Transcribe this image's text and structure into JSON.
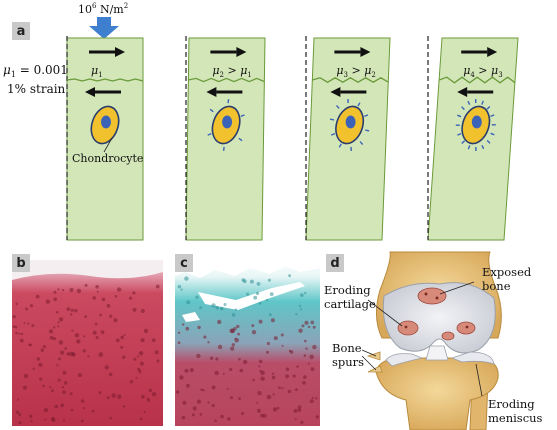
{
  "panel_labels": {
    "a": "a",
    "b": "b",
    "c": "c",
    "d": "d"
  },
  "panel_a": {
    "load_label": "10",
    "load_exp": "6",
    "load_unit": " N/m",
    "load_unit_exp": "2",
    "left_mu": "μ",
    "left_mu_sub": "1",
    "left_mu_value": " = 0.001",
    "strain": "1% strain",
    "cell_label": "Chondrocyte",
    "boxes": [
      {
        "mu": "μ",
        "sub": "1",
        "rel": "",
        "rel_mu": "",
        "rel_sub": "",
        "spikes": 0
      },
      {
        "mu": "μ",
        "sub": "2",
        "rel": " > ",
        "rel_mu": "μ",
        "rel_sub": "1",
        "spikes": 6
      },
      {
        "mu": "μ",
        "sub": "3",
        "rel": " > ",
        "rel_mu": "μ",
        "rel_sub": "2",
        "spikes": 10
      },
      {
        "mu": "μ",
        "sub": "4",
        "rel": " > ",
        "rel_mu": "μ",
        "rel_sub": "3",
        "spikes": 16
      }
    ]
  },
  "panel_d": {
    "labels": {
      "exposed_1": "Exposed",
      "exposed_2": "bone",
      "eroding_cart_1": "Eroding",
      "eroding_cart_2": "cartilage",
      "bone_spurs_1": "Bone",
      "bone_spurs_2": "spurs",
      "eroding_men_1": "Eroding",
      "eroding_men_2": "meniscus"
    }
  },
  "colors": {
    "box_fill": "#d3e6b8",
    "box_stroke": "#6a9a3a",
    "arrow_blue": "#3f7fcf",
    "cell_yellow": "#f2c12e",
    "nucleus_blue": "#3a63b8",
    "tissue_red": "#c2334a",
    "stain_cyan": "#4fc4c6"
  }
}
